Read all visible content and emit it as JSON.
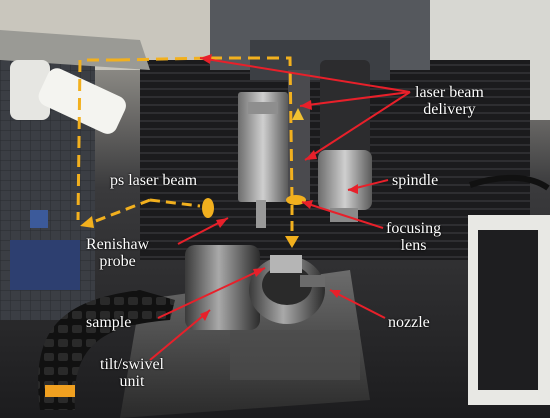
{
  "labels": {
    "laser_beam_delivery_line1": "laser beam",
    "laser_beam_delivery_line2": "delivery",
    "ps_laser_beam": "ps laser beam",
    "spindle": "spindle",
    "renishaw_probe_line1": "Renishaw",
    "renishaw_probe_line2": "probe",
    "focusing_lens_line1": "focusing",
    "focusing_lens_line2": "lens",
    "sample": "sample",
    "nozzle": "nozzle",
    "tilt_swivel_unit_line1": "tilt/swivel",
    "tilt_swivel_unit_line2": "unit"
  },
  "colors": {
    "annotation_arrow": "#e8202a",
    "beam_path": "#f2b01e",
    "label_text": "#ffffff"
  }
}
